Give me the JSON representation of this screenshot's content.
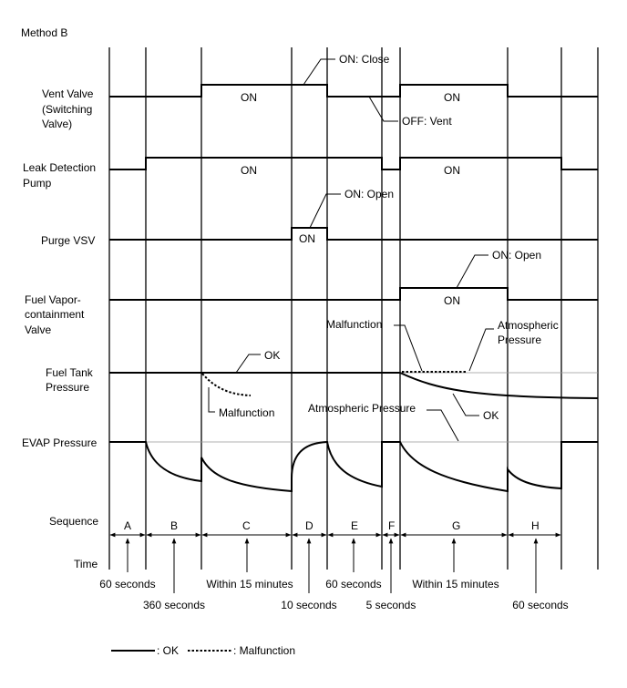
{
  "title": "Method B",
  "signals": {
    "vent_valve": {
      "label_lines": [
        "Vent Valve",
        "(Switching",
        "Valve)"
      ],
      "on_label_1": "ON",
      "on_label_2": "ON",
      "callout_on": "ON: Close",
      "callout_off": "OFF: Vent"
    },
    "leak_pump": {
      "label_lines": [
        "Leak Detection",
        "Pump"
      ],
      "on_label_1": "ON",
      "on_label_2": "ON"
    },
    "purge_vsv": {
      "label_lines": [
        "Purge VSV"
      ],
      "on_label": "ON",
      "callout_on": "ON: Open"
    },
    "fuel_vapor_valve": {
      "label_lines": [
        "Fuel Vapor-",
        "containment",
        "Valve"
      ],
      "on_label": "ON",
      "callout_on": "ON: Open"
    },
    "fuel_tank_pressure": {
      "label_lines": [
        "Fuel Tank",
        "Pressure"
      ],
      "ok_1": "OK",
      "malfunction_1": "Malfunction",
      "malfunction_2": "Malfunction",
      "atmospheric_lines": [
        "Atmospheric",
        "Pressure"
      ],
      "ok_2": "OK"
    },
    "evap_pressure": {
      "label_lines": [
        "EVAP Pressure"
      ],
      "atmospheric": "Atmospheric Pressure"
    }
  },
  "sequence": {
    "label": "Sequence",
    "steps": [
      "A",
      "B",
      "C",
      "D",
      "E",
      "F",
      "G",
      "H"
    ]
  },
  "time": {
    "label": "Time",
    "durations": [
      "60 seconds",
      "360 seconds",
      "Within 15 minutes",
      "10 seconds",
      "60 seconds",
      "5 seconds",
      "Within 15 minutes",
      "60 seconds"
    ]
  },
  "legend": {
    "ok": ": OK",
    "malfunction": ": Malfunction"
  }
}
